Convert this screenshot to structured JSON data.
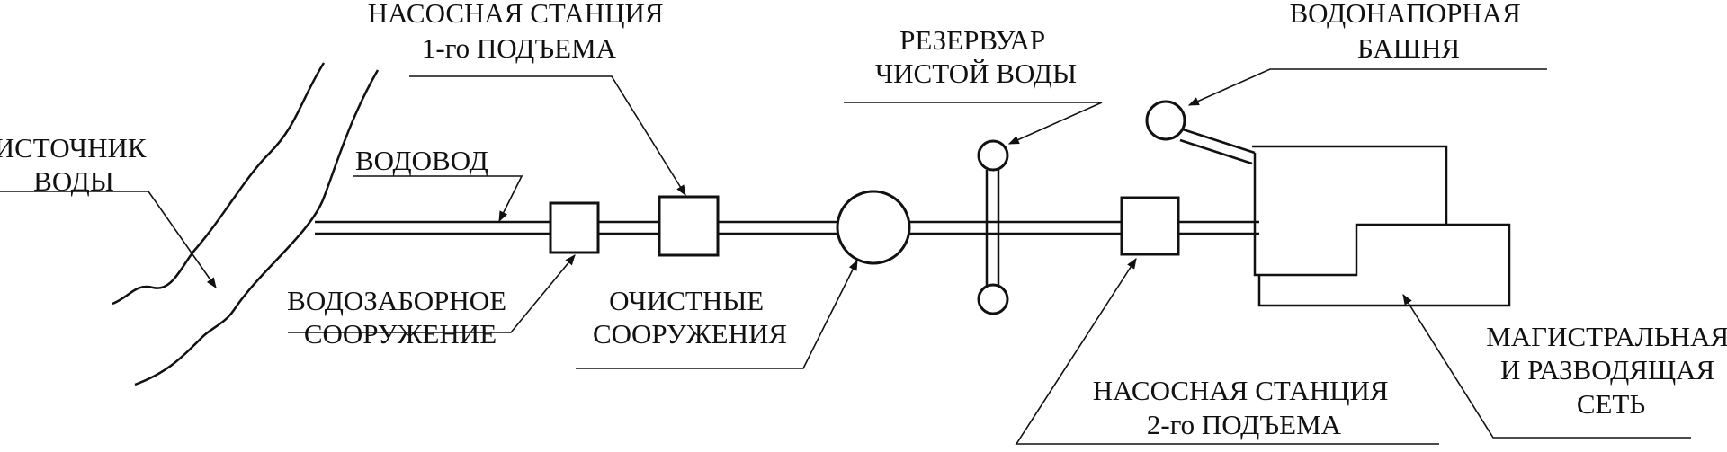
{
  "labels": {
    "source": [
      "ИСТОЧНИК",
      "ВОДЫ"
    ],
    "conduit": [
      "ВОДОВОД"
    ],
    "pump1": [
      "НАСОСНАЯ  СТАНЦИЯ",
      "1-го ПОДЪЕМА"
    ],
    "intake": [
      "ВОДОЗАБОРНОЕ",
      "СООРУЖЕНИЕ"
    ],
    "treatment": [
      "ОЧИСТНЫЕ",
      "СООРУЖЕНИЯ"
    ],
    "reservoir": [
      "РЕЗЕРВУАР",
      "ЧИСТОЙ ВОДЫ"
    ],
    "tower": [
      "ВОДОНАПОРНАЯ",
      "БАШНЯ"
    ],
    "pump2": [
      "НАСОСНАЯ  СТАНЦИЯ",
      "2-го ПОДЪЕМА"
    ],
    "network": [
      "МАГИСТРАЛЬНАЯ",
      "И РАЗВОДЯЩАЯ",
      "СЕТЬ"
    ]
  }
}
